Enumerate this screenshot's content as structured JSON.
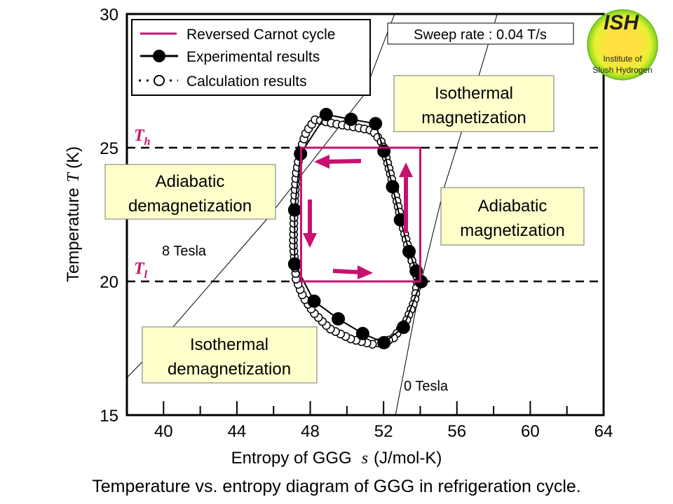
{
  "caption": "Temperature vs. entropy diagram of GGG in refrigeration cycle.",
  "logo": {
    "title": "ISH",
    "line1": "Institute of",
    "line2": "Slush Hydrogen"
  },
  "colors": {
    "carnot": "#c8106e",
    "annotation_fill": "#ffffcc",
    "logo_outer": "#7ed321",
    "logo_inner": "#ffe040"
  },
  "chart_data": {
    "type": "line",
    "title": "",
    "xlabel_prefix": "Entropy of GGG",
    "xlabel_symbol": "s",
    "xlabel_suffix": "(J/mol-K)",
    "ylabel_prefix": "Temperature",
    "ylabel_symbol": "T",
    "ylabel_suffix": "(K)",
    "xlim": [
      38,
      64
    ],
    "ylim": [
      15,
      30
    ],
    "xticks": [
      40,
      44,
      48,
      52,
      56,
      60,
      64
    ],
    "xticks_minor": [
      42,
      46,
      50,
      54,
      58,
      62
    ],
    "yticks": [
      15,
      20,
      25,
      30
    ],
    "grid": false,
    "legend": {
      "placement": "top-left",
      "entries": [
        "Reversed Carnot cycle",
        "Experimental results",
        "Calculation results"
      ]
    },
    "reference_lines": [
      {
        "name": "T_h",
        "label": "T",
        "sub": "h",
        "y": 25
      },
      {
        "name": "T_l",
        "label": "T",
        "sub": "l",
        "y": 20
      }
    ],
    "series": [
      {
        "name": "Reversed Carnot cycle",
        "type": "rectangle",
        "s": [
          47.5,
          54.0
        ],
        "T": [
          20,
          25
        ]
      },
      {
        "name": "Experimental results",
        "points": [
          [
            48.87,
            26.24
          ],
          [
            50.23,
            26.06
          ],
          [
            51.56,
            25.9
          ],
          [
            52.02,
            24.87
          ],
          [
            52.49,
            23.54
          ],
          [
            52.92,
            22.3
          ],
          [
            53.39,
            21.12
          ],
          [
            53.78,
            20.39
          ],
          [
            54.05,
            19.99
          ],
          [
            53.08,
            18.28
          ],
          [
            52.02,
            17.71
          ],
          [
            50.86,
            18.05
          ],
          [
            49.53,
            18.6
          ],
          [
            48.21,
            19.26
          ],
          [
            47.15,
            20.65
          ],
          [
            47.15,
            22.67
          ],
          [
            47.47,
            24.77
          ]
        ]
      },
      {
        "name": "Calculation results",
        "points": [
          [
            47.47,
            24.93
          ],
          [
            47.78,
            25.59
          ],
          [
            48.28,
            26.06
          ],
          [
            49.26,
            25.9
          ],
          [
            50.43,
            25.77
          ],
          [
            51.4,
            25.64
          ],
          [
            51.91,
            25.19
          ],
          [
            52.18,
            24.54
          ],
          [
            52.57,
            23.49
          ],
          [
            52.96,
            22.3
          ],
          [
            53.39,
            21.12
          ],
          [
            53.86,
            20.07
          ],
          [
            53.7,
            19.28
          ],
          [
            53.23,
            18.5
          ],
          [
            52.49,
            17.84
          ],
          [
            51.4,
            17.65
          ],
          [
            50.23,
            17.84
          ],
          [
            49.06,
            18.23
          ],
          [
            48.21,
            18.81
          ],
          [
            47.62,
            19.41
          ],
          [
            47.23,
            20.07
          ],
          [
            47.08,
            21.38
          ],
          [
            47.12,
            22.69
          ],
          [
            47.23,
            24.01
          ]
        ]
      },
      {
        "name": "8 Tesla",
        "points": [
          [
            38,
            16.4
          ],
          [
            39.0,
            17.1
          ],
          [
            45.6,
            22.3
          ],
          [
            50.9,
            26.95
          ],
          [
            52.6,
            30
          ]
        ]
      },
      {
        "name": "0 Tesla",
        "points": [
          [
            52.65,
            15
          ],
          [
            54.05,
            20
          ],
          [
            55.3,
            23.5
          ],
          [
            56.85,
            26.9
          ],
          [
            58.2,
            30
          ]
        ]
      }
    ],
    "annotations": {
      "sweep_rate": "Sweep rate : 0.04 T/s",
      "tesla8": "8 Tesla",
      "tesla0": "0 Tesla",
      "iso_mag": [
        "Isothermal",
        "magnetization"
      ],
      "adi_demag": [
        "Adiabatic",
        "demagnetization"
      ],
      "adi_mag": [
        "Adiabatic",
        "magnetization"
      ],
      "iso_demag": [
        "Isothermal",
        "demagnetization"
      ]
    }
  }
}
